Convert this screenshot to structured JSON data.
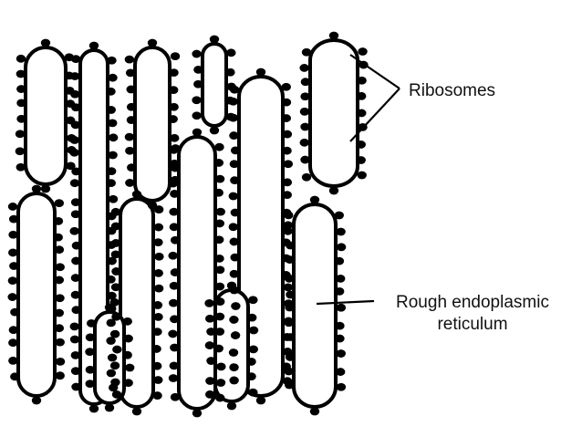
{
  "labels": {
    "ribosomes": "Ribosomes",
    "rer_line1": "Rough endoplasmic",
    "rer_line2": "reticulum"
  },
  "colors": {
    "ink": "#000000",
    "paper": "#ffffff"
  }
}
